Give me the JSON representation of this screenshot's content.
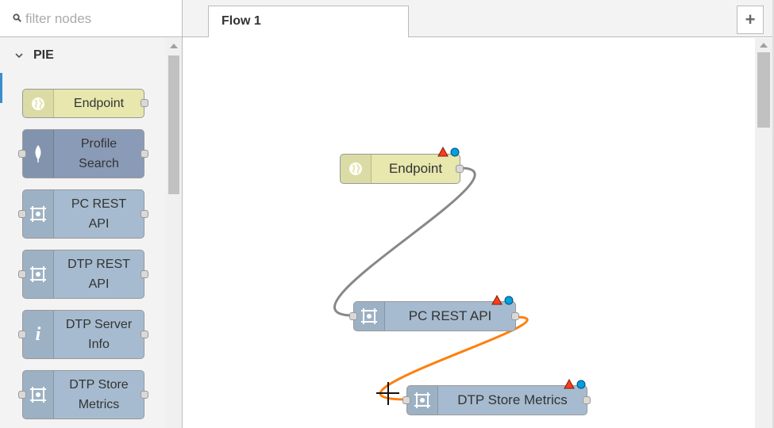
{
  "palette": {
    "filter_placeholder": "filter nodes",
    "category": "PIE",
    "nodes": [
      {
        "label": "Endpoint"
      },
      {
        "label": "Profile\nSearch"
      },
      {
        "label": "PC REST\nAPI"
      },
      {
        "label": "DTP REST\nAPI"
      },
      {
        "label": "DTP Server\nInfo"
      },
      {
        "label": "DTP Store\nMetrics"
      }
    ]
  },
  "workspace": {
    "tabs": [
      {
        "label": "Flow 1"
      }
    ],
    "add_tab": "+",
    "flow_nodes": [
      {
        "label": "Endpoint"
      },
      {
        "label": "PC REST API"
      },
      {
        "label": "DTP Store Metrics"
      }
    ]
  },
  "colors": {
    "endpoint_node": "#e7e7ae",
    "api_node": "#a6bbcf",
    "profile_node": "#8a9bb7",
    "wire_default": "#888888",
    "wire_selected": "#ff7f0e",
    "status_warning": "#ff3b1f",
    "status_info": "#00a0e0"
  }
}
